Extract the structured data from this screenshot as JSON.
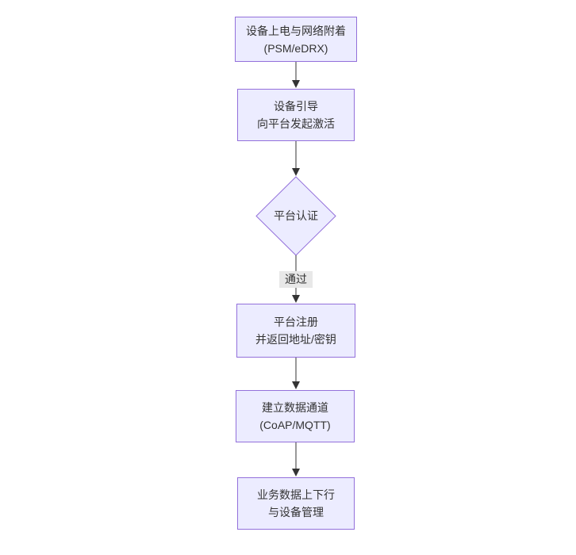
{
  "diagram": {
    "type": "flowchart-top-down",
    "colors": {
      "background": "#ffffff",
      "node_fill": "#ECECFF",
      "node_border": "#9370DB",
      "arrow": "#333333",
      "text": "#333333",
      "edge_label_bg": "#e8e8e8"
    },
    "nodes": {
      "power_attach": {
        "line1": "设备上电与网络附着",
        "line2": "(PSM/eDRX)"
      },
      "bootstrap": {
        "line1": "设备引导",
        "line2": "向平台发起激活"
      },
      "auth": {
        "line1": "平台认证"
      },
      "register": {
        "line1": "平台注册",
        "line2": "并返回地址/密钥"
      },
      "channel": {
        "line1": "建立数据通道",
        "line2": "(CoAP/MQTT)"
      },
      "business": {
        "line1": "业务数据上下行",
        "line2": "与设备管理"
      }
    },
    "edges": {
      "auth_to_register_label": "通过"
    }
  }
}
